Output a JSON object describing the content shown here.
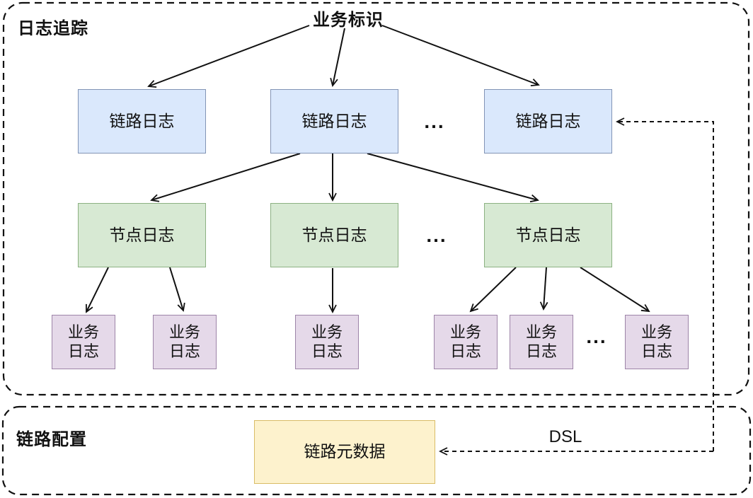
{
  "sections": {
    "tracing": {
      "label": "日志追踪"
    },
    "config": {
      "label": "链路配置"
    }
  },
  "nodes": {
    "root": {
      "label": "业务标识"
    },
    "link_logs": [
      {
        "label": "链路日志"
      },
      {
        "label": "链路日志"
      },
      {
        "label": "链路日志"
      }
    ],
    "node_logs": [
      {
        "label": "节点日志"
      },
      {
        "label": "节点日志"
      },
      {
        "label": "节点日志"
      }
    ],
    "business_logs": [
      {
        "label": "业务日志"
      },
      {
        "label": "业务日志"
      },
      {
        "label": "业务日志"
      },
      {
        "label": "业务日志"
      },
      {
        "label": "业务日志"
      },
      {
        "label": "业务日志"
      }
    ],
    "metadata": {
      "label": "链路元数据"
    }
  },
  "labels": {
    "dsl": "DSL",
    "ellipsis": "..."
  },
  "colors": {
    "link_log_fill": "#dae8fc",
    "link_log_border": "#8294b5",
    "node_log_fill": "#d7e9d3",
    "node_log_border": "#8cb182",
    "business_log_fill": "#e5d9e9",
    "business_log_border": "#9d84a8",
    "metadata_fill": "#fdf2cd",
    "metadata_border": "#d9bc66",
    "line_stroke": "#111111"
  }
}
